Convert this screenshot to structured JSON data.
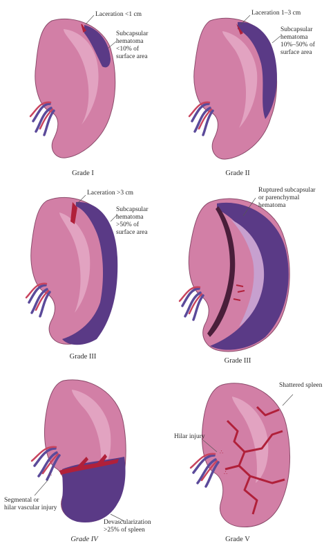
{
  "panels": [
    {
      "caption": "Grade I",
      "labels": [
        "Laceration <1 cm",
        "Subcapsular\nhematoma\n<10% of\nsurface area"
      ]
    },
    {
      "caption": "Grade II",
      "labels": [
        "Laceration 1–3 cm",
        "Subcapsular\nhematoma\n10%–50% of\nsurface area"
      ]
    },
    {
      "caption": "Grade III",
      "labels": [
        "Laceration >3 cm",
        "Subcapsular\nhematoma\n>50% of\nsurface area"
      ]
    },
    {
      "caption": "Grade III",
      "labels": [
        "Ruptured subcapsular\nor parenchymal\nhematoma"
      ]
    },
    {
      "caption": "Grade IV",
      "labels": [
        "Segmental or\nhilar vascular injury",
        "Devascularization\n>25% of spleen"
      ]
    },
    {
      "caption": "Grade V",
      "labels": [
        "Shattered spleen",
        "Hilar injury"
      ]
    }
  ],
  "colors": {
    "spleen": "#d27fa6",
    "spleen_light": "#e2a3c1",
    "hematoma": "#5a3a86",
    "laceration": "#b0203a",
    "vessel_a": "#c8445e",
    "vessel_v": "#5b4a9a"
  }
}
